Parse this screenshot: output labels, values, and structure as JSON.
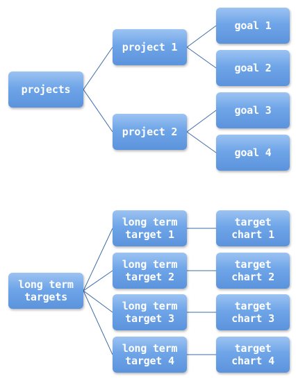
{
  "diagram_1": {
    "root": "projects",
    "level_1": [
      "project 1",
      "project 2"
    ],
    "level_2": [
      "goal 1",
      "goal 2",
      "goal 3",
      "goal 4"
    ]
  },
  "diagram_2": {
    "root": "long term\ntargets",
    "level_1": [
      "long term\ntarget 1",
      "long term\ntarget 2",
      "long term\ntarget 3",
      "long term\ntarget 4"
    ],
    "level_2": [
      "target\nchart 1",
      "target\nchart 2",
      "target\nchart 3",
      "target\nchart 4"
    ]
  },
  "edges": [
    [
      "projects",
      "project-1"
    ],
    [
      "projects",
      "project-2"
    ],
    [
      "project-1",
      "goal-1"
    ],
    [
      "project-1",
      "goal-2"
    ],
    [
      "project-2",
      "goal-3"
    ],
    [
      "project-2",
      "goal-4"
    ],
    [
      "lt-targets",
      "lt-1"
    ],
    [
      "lt-targets",
      "lt-2"
    ],
    [
      "lt-targets",
      "lt-3"
    ],
    [
      "lt-targets",
      "lt-4"
    ],
    [
      "lt-1",
      "tc-1"
    ],
    [
      "lt-2",
      "tc-2"
    ],
    [
      "lt-3",
      "tc-3"
    ],
    [
      "lt-4",
      "tc-4"
    ]
  ],
  "colors": {
    "node_top": "#9cc3f2",
    "node_bottom": "#5b93dc",
    "node_text": "#ffffff",
    "connector": "#3b6aa8"
  }
}
